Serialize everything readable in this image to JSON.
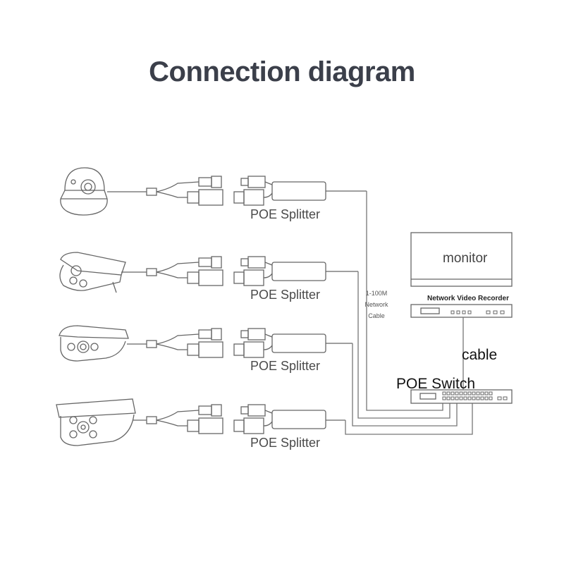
{
  "title": "Connection diagram",
  "splitter_label": "POE Splitter",
  "network_cable": {
    "line1": "1-100M",
    "line2": "Network",
    "line3": "Cable"
  },
  "monitor_label": "monitor",
  "nvr_label": "Network Video Recorder",
  "cable_label": "cable",
  "switch_label": "POE Switch",
  "colors": {
    "title": "#3b3f4a",
    "stroke": "#555555",
    "text": "#4a4a4a"
  }
}
